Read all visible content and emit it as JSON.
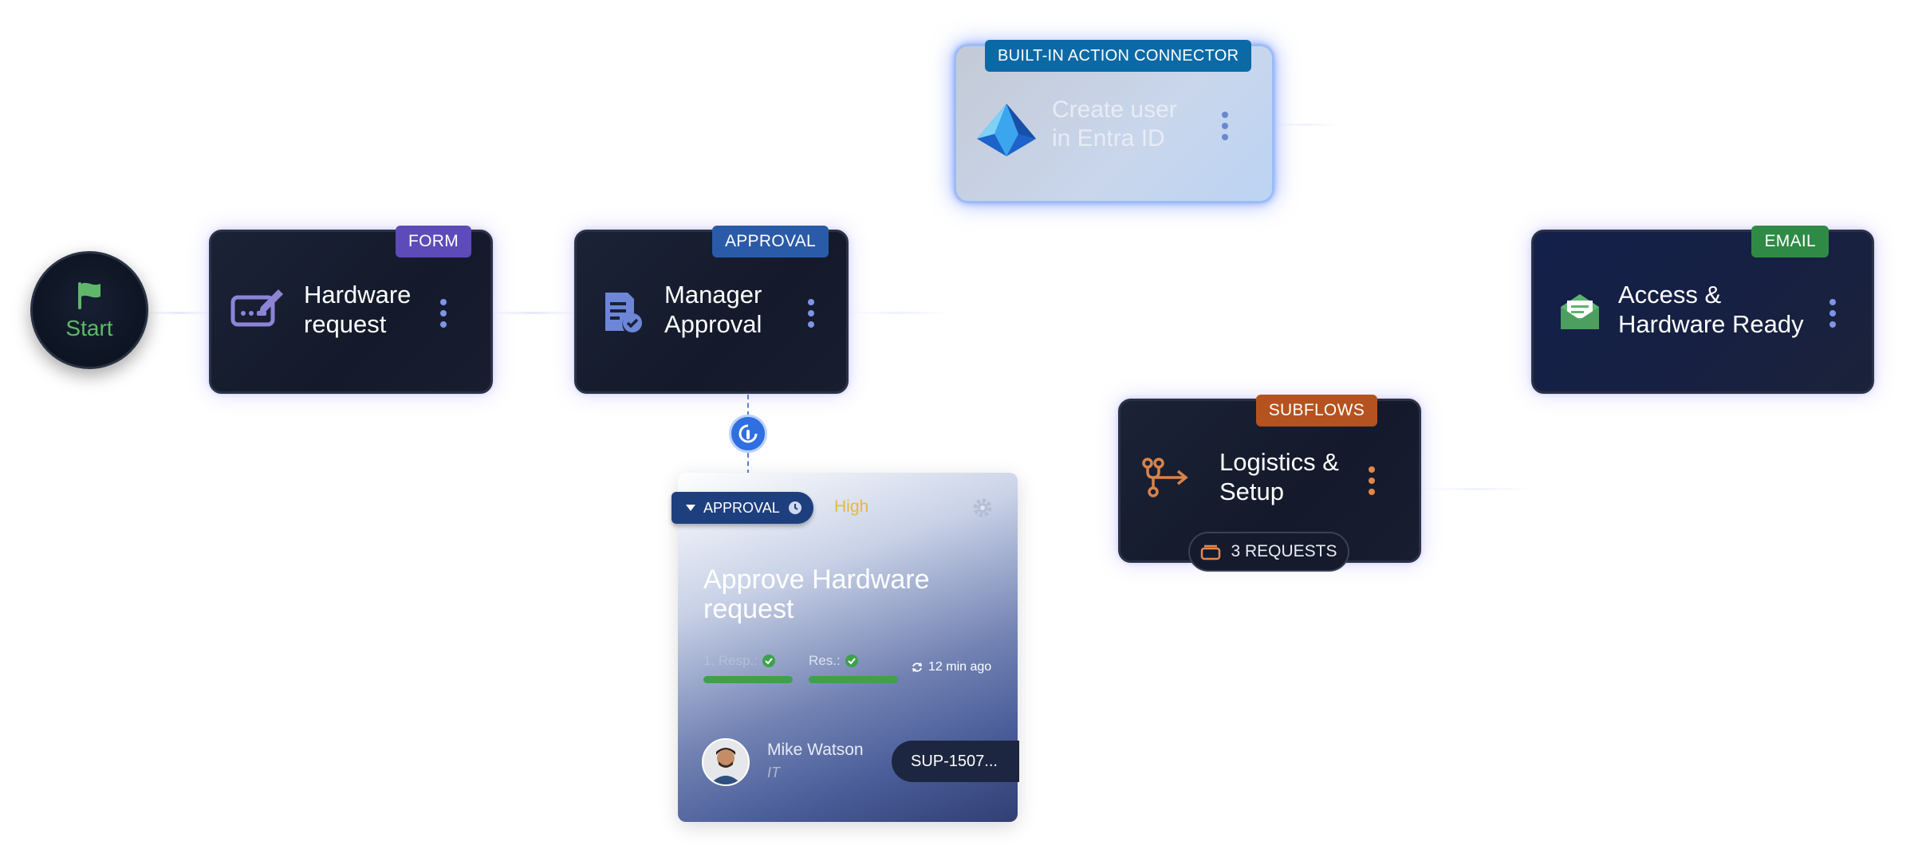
{
  "start": {
    "label": "Start"
  },
  "nodes": {
    "hardware_request": {
      "badge": "FORM",
      "badge_color": "#5c4bb8",
      "title_line1": "Hardware",
      "title_line2": "request",
      "icon": "form-edit-icon"
    },
    "manager_approval": {
      "badge": "APPROVAL",
      "badge_color": "#2a5ba8",
      "title_line1": "Manager",
      "title_line2": "Approval",
      "icon": "approval-document-icon"
    },
    "create_user": {
      "badge": "BUILT-IN ACTION CONNECTOR",
      "badge_color": "#0b6aa6",
      "title_line1": "Create user",
      "title_line2": "in Entra ID",
      "icon": "entra-id-logo"
    },
    "logistics": {
      "badge": "SUBFLOWS",
      "badge_color": "#b4531f",
      "title_line1": "Logistics &",
      "title_line2": "Setup",
      "icon": "subflow-icon",
      "requests_label": "3 REQUESTS"
    },
    "access_ready": {
      "badge": "EMAIL",
      "badge_color": "#2f8a45",
      "title_line1": "Access &",
      "title_line2": "Hardware Ready",
      "icon": "email-open-icon"
    }
  },
  "approval_detail": {
    "type_label": "APPROVAL",
    "priority": "High",
    "title_line1": "Approve Hardware",
    "title_line2": "request",
    "resp_label": "1. Resp.:",
    "res_label": "Res.:",
    "resp_progress": 1.0,
    "res_progress": 1.0,
    "updated": "12 min ago",
    "assignee_name": "Mike Watson",
    "assignee_dept": "IT",
    "ticket_id": "SUP-1507..."
  },
  "colors": {
    "accent_glow": "#7a6dff",
    "start_green": "#5fb86a",
    "priority_high": "#e6b93c"
  }
}
